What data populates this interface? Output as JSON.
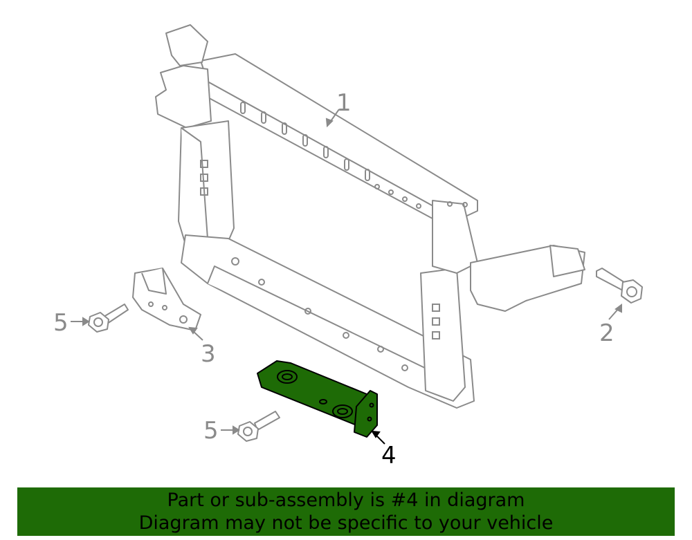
{
  "callouts": {
    "part_1": "1",
    "part_2": "2",
    "part_3": "3",
    "part_4": "4",
    "part_5a": "5",
    "part_5b": "5"
  },
  "banner": {
    "line1": "Part or sub-assembly is #4 in diagram",
    "line2": "Diagram may not be specific to your vehicle"
  },
  "colors": {
    "highlight": "#1e6b06",
    "line": "#8a8a8a",
    "highlight_label": "#000000"
  }
}
